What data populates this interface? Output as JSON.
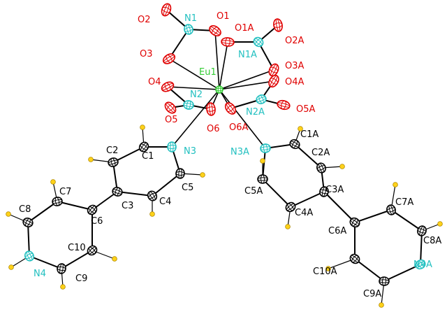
{
  "colors": {
    "carbon": "#000000",
    "oxygen": "#e00000",
    "nitrogen": "#22c0c0",
    "europium": "#33cc33",
    "hydrogen": "#ffd21a",
    "bond": "#000000"
  },
  "labels": {
    "O2": "O2",
    "N1": "N1",
    "O1": "O1",
    "O1A": "O1A",
    "O2A": "O2A",
    "O3": "O3",
    "N1A": "N1A",
    "O3A": "O3A",
    "Eu1": "Eu1",
    "O4": "O4",
    "N2": "N2",
    "O4A": "O4A",
    "O5": "O5",
    "N2A": "N2A",
    "O5A": "O5A",
    "O6": "O6",
    "O6A": "O6A",
    "N3": "N3",
    "N3A": "N3A",
    "C2": "C2",
    "C1": "C1",
    "C1A": "C1A",
    "C2A": "C2A",
    "C5": "C5",
    "C5A": "C5A",
    "C7": "C7",
    "C4": "C4",
    "C3": "C3",
    "C3A": "C3A",
    "C7A": "C7A",
    "C8": "C8",
    "C6": "C6",
    "C4A": "C4A",
    "C6A": "C6A",
    "C8A": "C8A",
    "C10": "C10",
    "N4": "N4",
    "C9": "C9",
    "C10A": "C10A",
    "N4A": "N4A",
    "C9A": "C9A"
  }
}
